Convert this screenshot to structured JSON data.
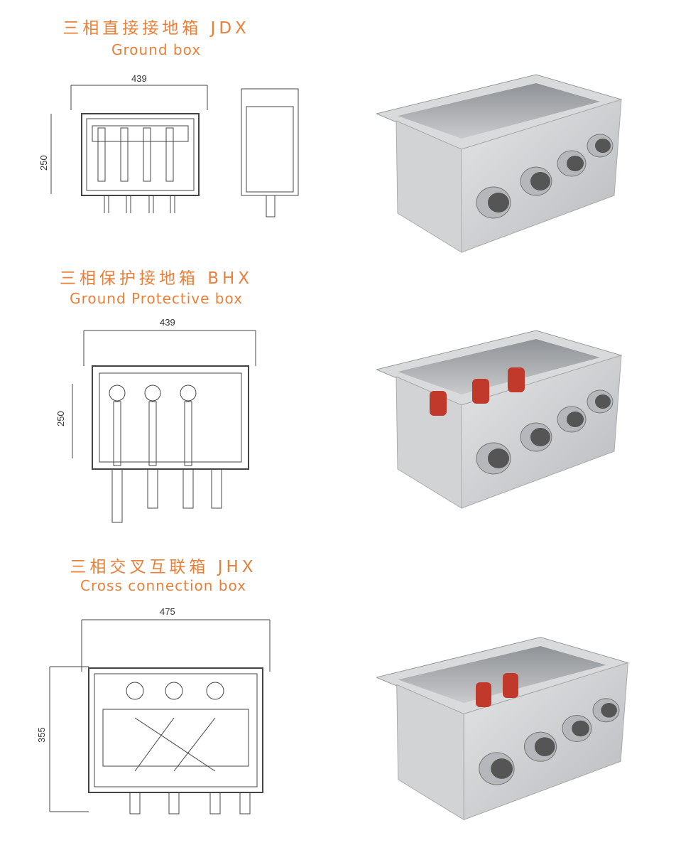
{
  "sections": [
    {
      "title": "三相直接接地箱 JDX",
      "subtitle": "Ground box",
      "width_dim": "439",
      "height_dim": "250"
    },
    {
      "title": "三相保护接地箱 BHX",
      "subtitle": "Ground Protective box",
      "width_dim": "439",
      "height_dim": "250"
    },
    {
      "title": "三相交叉互联箱 JHX",
      "subtitle": "Cross connection box",
      "width_dim": "475",
      "height_dim": "355"
    }
  ],
  "colors": {
    "accent": "#E8803A",
    "steel": "#c9cacc",
    "insulator": "#c0392b"
  }
}
